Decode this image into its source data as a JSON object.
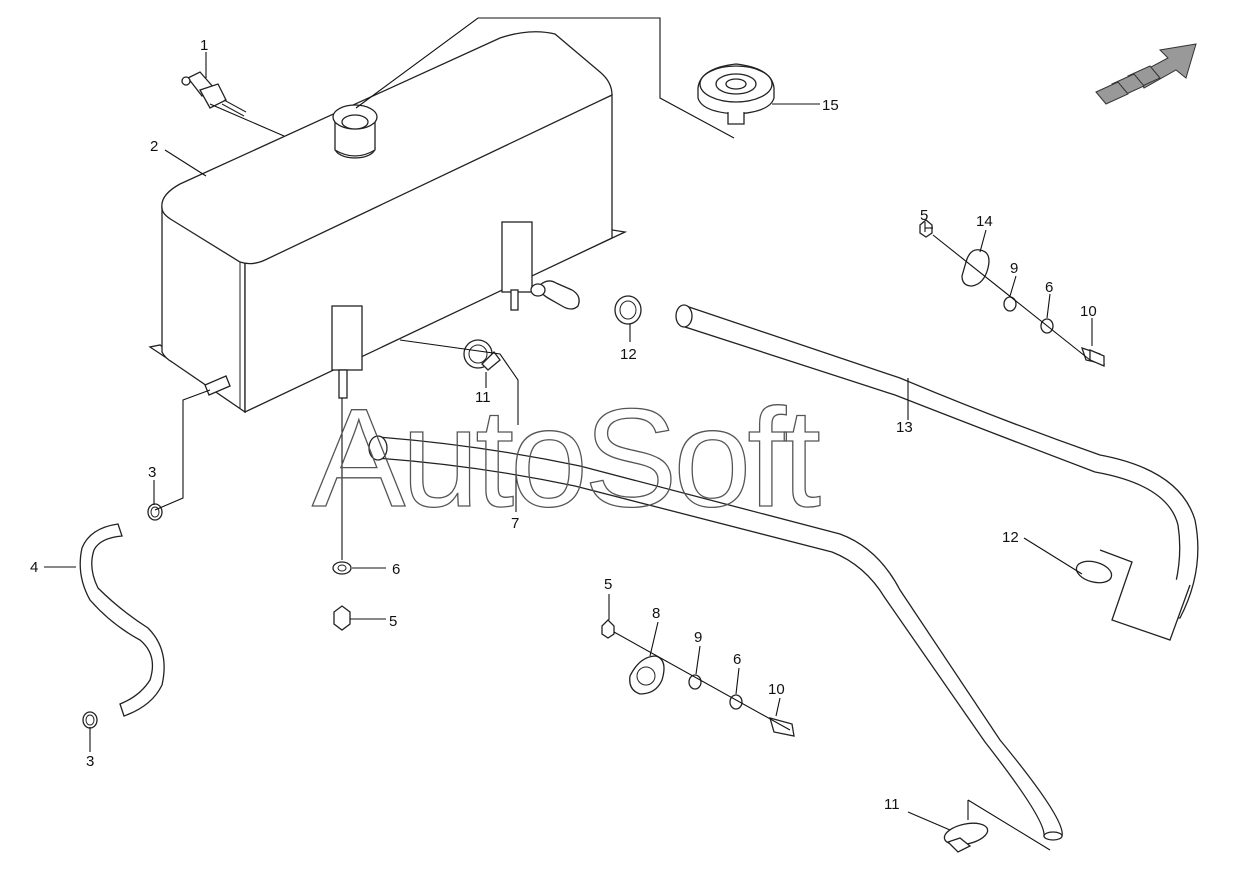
{
  "watermark": "AutoSoft",
  "callouts": {
    "c1": "1",
    "c2": "2",
    "c3a": "3",
    "c3b": "3",
    "c4": "4",
    "c5a": "5",
    "c5b": "5",
    "c5c": "5",
    "c6a": "6",
    "c6b": "6",
    "c6c": "6",
    "c7": "7",
    "c8": "8",
    "c9a": "9",
    "c9b": "9",
    "c10a": "10",
    "c10b": "10",
    "c11a": "11",
    "c11b": "11",
    "c12a": "12",
    "c12b": "12",
    "c13": "13",
    "c14": "14",
    "c15": "15"
  },
  "icons": {
    "direction_arrow": "direction-arrow-icon"
  }
}
